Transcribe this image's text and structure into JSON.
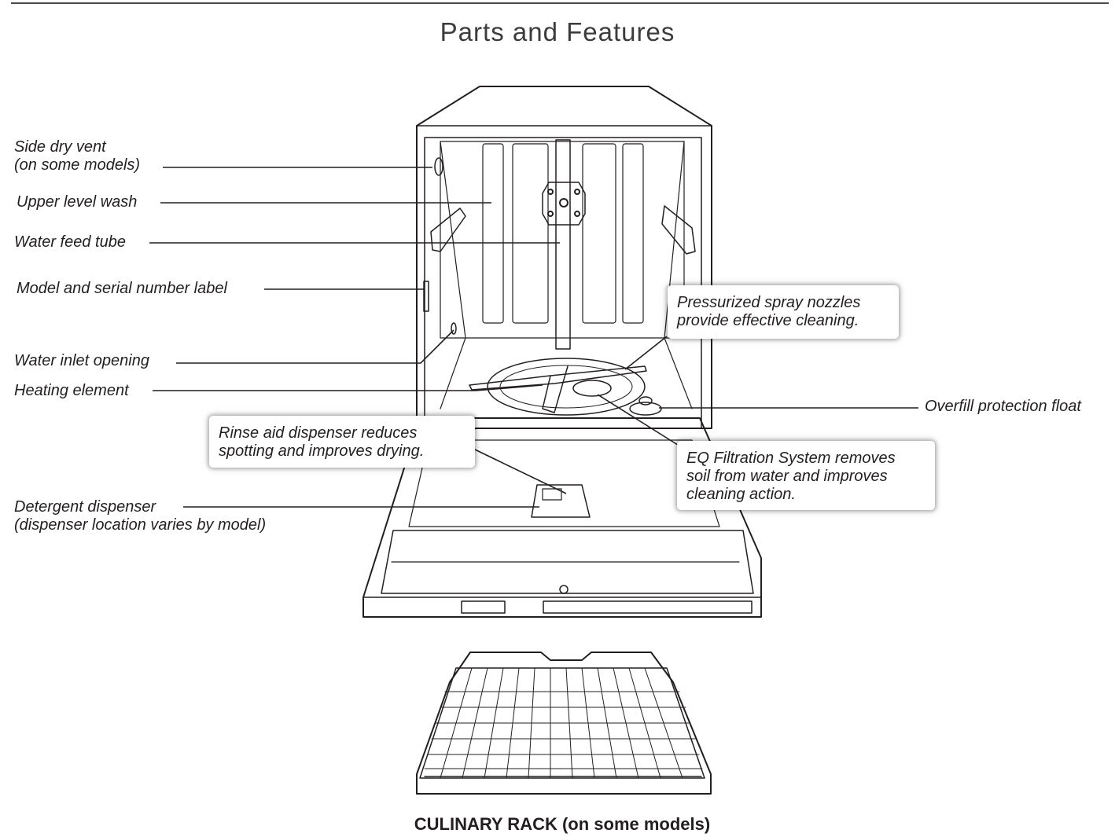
{
  "title": "Parts and Features",
  "callouts": {
    "side_dry_vent": [
      "Side dry vent",
      "(on some models)"
    ],
    "upper_level_wash": [
      "Upper level wash"
    ],
    "water_feed_tube": [
      "Water feed tube"
    ],
    "model_serial_label": [
      "Model and serial number label"
    ],
    "water_inlet_opening": [
      "Water inlet opening"
    ],
    "heating_element": [
      "Heating element"
    ],
    "detergent_dispenser": [
      "Detergent dispenser",
      "(dispenser location varies by model)"
    ],
    "overfill_float": [
      "Overfill protection float"
    ]
  },
  "boxes": {
    "spray_nozzles": [
      "Pressurized spray nozzles",
      "provide effective cleaning."
    ],
    "rinse_aid": [
      "Rinse aid dispenser reduces",
      "spotting and improves drying."
    ],
    "filtration": [
      "EQ Filtration System removes",
      "soil from water and improves",
      "cleaning action."
    ]
  },
  "rack_caption": "CULINARY RACK (on some models)"
}
